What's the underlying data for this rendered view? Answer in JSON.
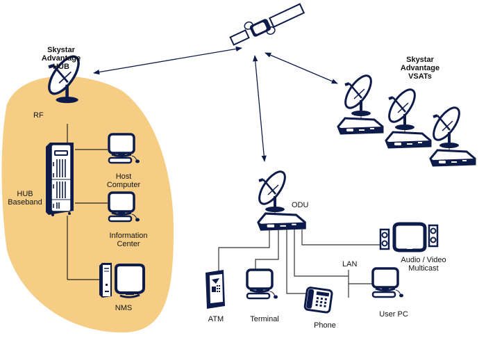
{
  "colors": {
    "ink": "#0d1b4a",
    "hub_zone": "#f6cd85",
    "line": "#333333",
    "white": "#ffffff"
  },
  "labels": {
    "hub_title": "Skystar\nAdvantage\nHUB",
    "rf": "RF",
    "hub_baseband": "HUB\nBaseband",
    "host_computer": "Host\nComputer",
    "information_center": "Information\nCenter",
    "nms": "NMS",
    "vsats_title": "Skystar\nAdvantage\nVSATs",
    "odu": "ODU",
    "lan": "LAN",
    "audio_video": "Audio / Video\nMulticast",
    "atm": "ATM",
    "terminal": "Terminal",
    "phone": "Phone",
    "user_pc": "User PC"
  },
  "icons": {
    "satellite": "satellite-icon",
    "dish": "satellite-dish-icon",
    "server": "server-rack-icon",
    "computer": "computer-icon",
    "tower_pc": "tower-pc-icon",
    "vsat_modem": "vsat-modem-icon",
    "atm": "atm-icon",
    "phone": "phone-icon",
    "av_system": "av-speakers-monitor-icon"
  }
}
